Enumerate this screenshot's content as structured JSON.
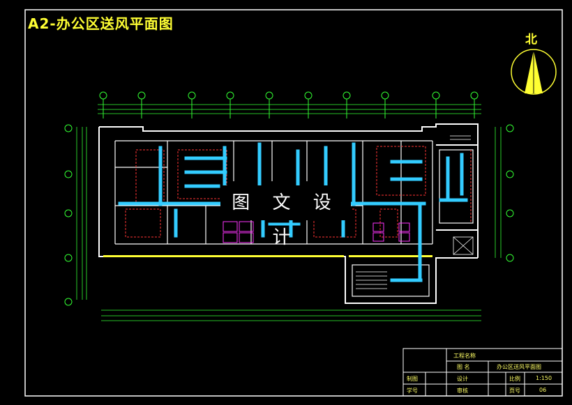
{
  "title": "A2-办公区送风平面图",
  "north_label": "北",
  "watermark": "图 文 设 计",
  "title_block": {
    "project_label": "工程名称",
    "drawing_name_label": "图  名",
    "drawing_name": "办公区送风平面图",
    "designer_label": "设计",
    "scale_label": "比例",
    "scale": "1:150",
    "drafter_label": "制图",
    "checker_label": "审核",
    "sheet_label": "页号",
    "sheet": "06",
    "studentid_label": "学号"
  },
  "colors": {
    "background": "#000000",
    "frame": "#ffffff",
    "walls": "#ffffff",
    "ducts": "#33ccff",
    "grid_axis": "#33ff33",
    "partitions": "#ff3333",
    "equipment": "#ff33ff",
    "text": "#ffff33"
  }
}
